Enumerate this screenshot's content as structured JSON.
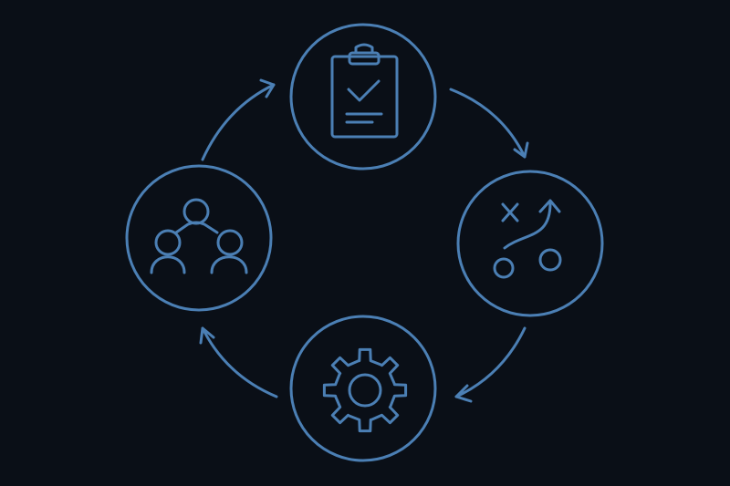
{
  "diagram": {
    "type": "cycle",
    "direction": "clockwise",
    "nodes": [
      {
        "id": "top",
        "icon": "clipboard-check-icon"
      },
      {
        "id": "right",
        "icon": "strategy-play-icon"
      },
      {
        "id": "bottom",
        "icon": "gear-icon"
      },
      {
        "id": "left",
        "icon": "team-people-icon"
      }
    ],
    "edges": [
      {
        "from": "left",
        "to": "top"
      },
      {
        "from": "top",
        "to": "right"
      },
      {
        "from": "right",
        "to": "bottom"
      },
      {
        "from": "bottom",
        "to": "left"
      }
    ]
  },
  "colors": {
    "background": "#0a0f17",
    "stroke": "#4b7fb4"
  }
}
